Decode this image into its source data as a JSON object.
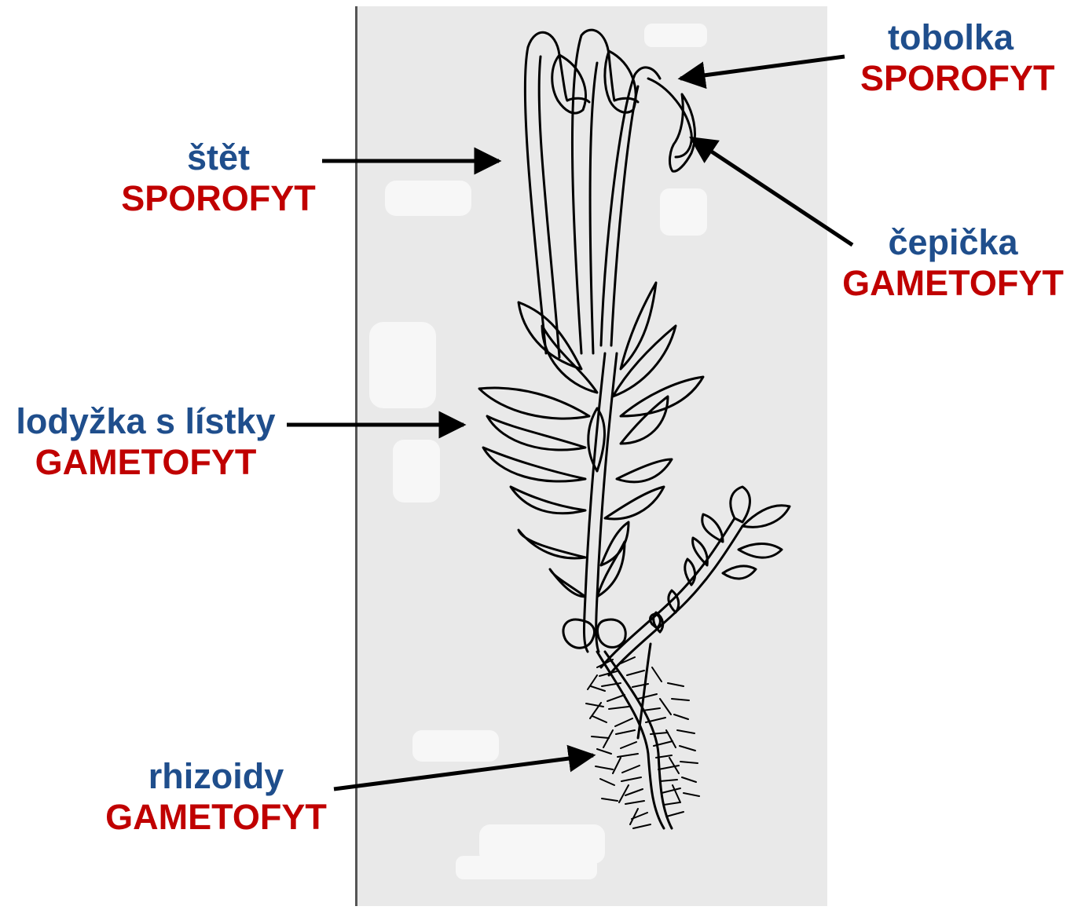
{
  "colors": {
    "part_name": "#1f4e8c",
    "generation": "#c00000",
    "arrow": "#000000",
    "drawing_line": "#000000",
    "photo_background": "#e9e9e9"
  },
  "labels": {
    "tobolka": {
      "name": "tobolka",
      "type": "SPOROFYT"
    },
    "stet": {
      "name": "štět",
      "type": "SPOROFYT"
    },
    "cepicka": {
      "name": "čepička",
      "type": "GAMETOFYT"
    },
    "lodyzka": {
      "name": "lodyžka s lístky",
      "type": "GAMETOFYT"
    },
    "rhizoidy": {
      "name": "rhizoidy",
      "type": "GAMETOFYT"
    }
  }
}
